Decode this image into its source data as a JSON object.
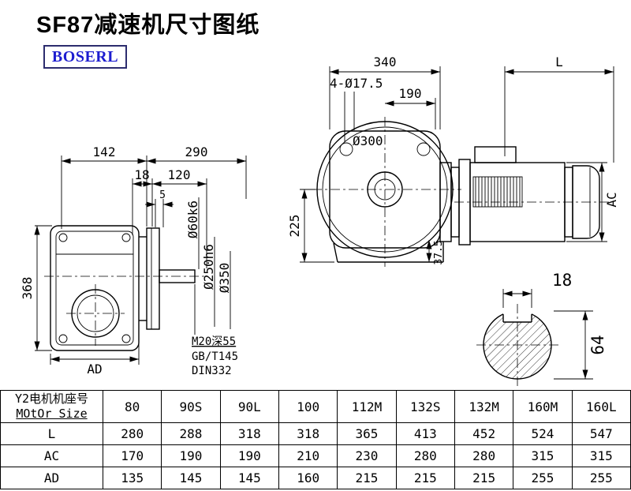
{
  "page": {
    "title": "SF87减速机尺寸图纸",
    "brand": "BOSERL"
  },
  "side_view": {
    "width_top": "142",
    "depth_top": "290",
    "d18": "18",
    "d120": "120",
    "d5": "5",
    "height": "368",
    "ad": "AD",
    "shaft_dia": "Ø60k6",
    "spigot_dia": "Ø250h6",
    "flange_dia": "Ø350",
    "tap_note": "M20深55",
    "std_note1": "GB/T145",
    "std_note2": "DIN332"
  },
  "front_view": {
    "width": "340",
    "motor_len": "L",
    "bolt_holes": "4-Ø17.5",
    "d190": "190",
    "flange_circle": "Ø300",
    "d225": "225",
    "d37_5": "37.5",
    "ac": "AC"
  },
  "shaft_section": {
    "key_width": "18",
    "shaft_height": "64"
  },
  "table": {
    "label_line1": "Y2电机机座号",
    "label_line2": "MOtOr Size",
    "header": [
      "80",
      "90S",
      "90L",
      "100",
      "112M",
      "132S",
      "132M",
      "160M",
      "160L"
    ],
    "rows": [
      {
        "label": "L",
        "values": [
          "280",
          "288",
          "318",
          "318",
          "365",
          "413",
          "452",
          "524",
          "547"
        ]
      },
      {
        "label": "AC",
        "values": [
          "170",
          "190",
          "190",
          "210",
          "230",
          "280",
          "280",
          "315",
          "315"
        ]
      },
      {
        "label": "AD",
        "values": [
          "135",
          "145",
          "145",
          "160",
          "215",
          "215",
          "215",
          "255",
          "255"
        ]
      }
    ]
  }
}
